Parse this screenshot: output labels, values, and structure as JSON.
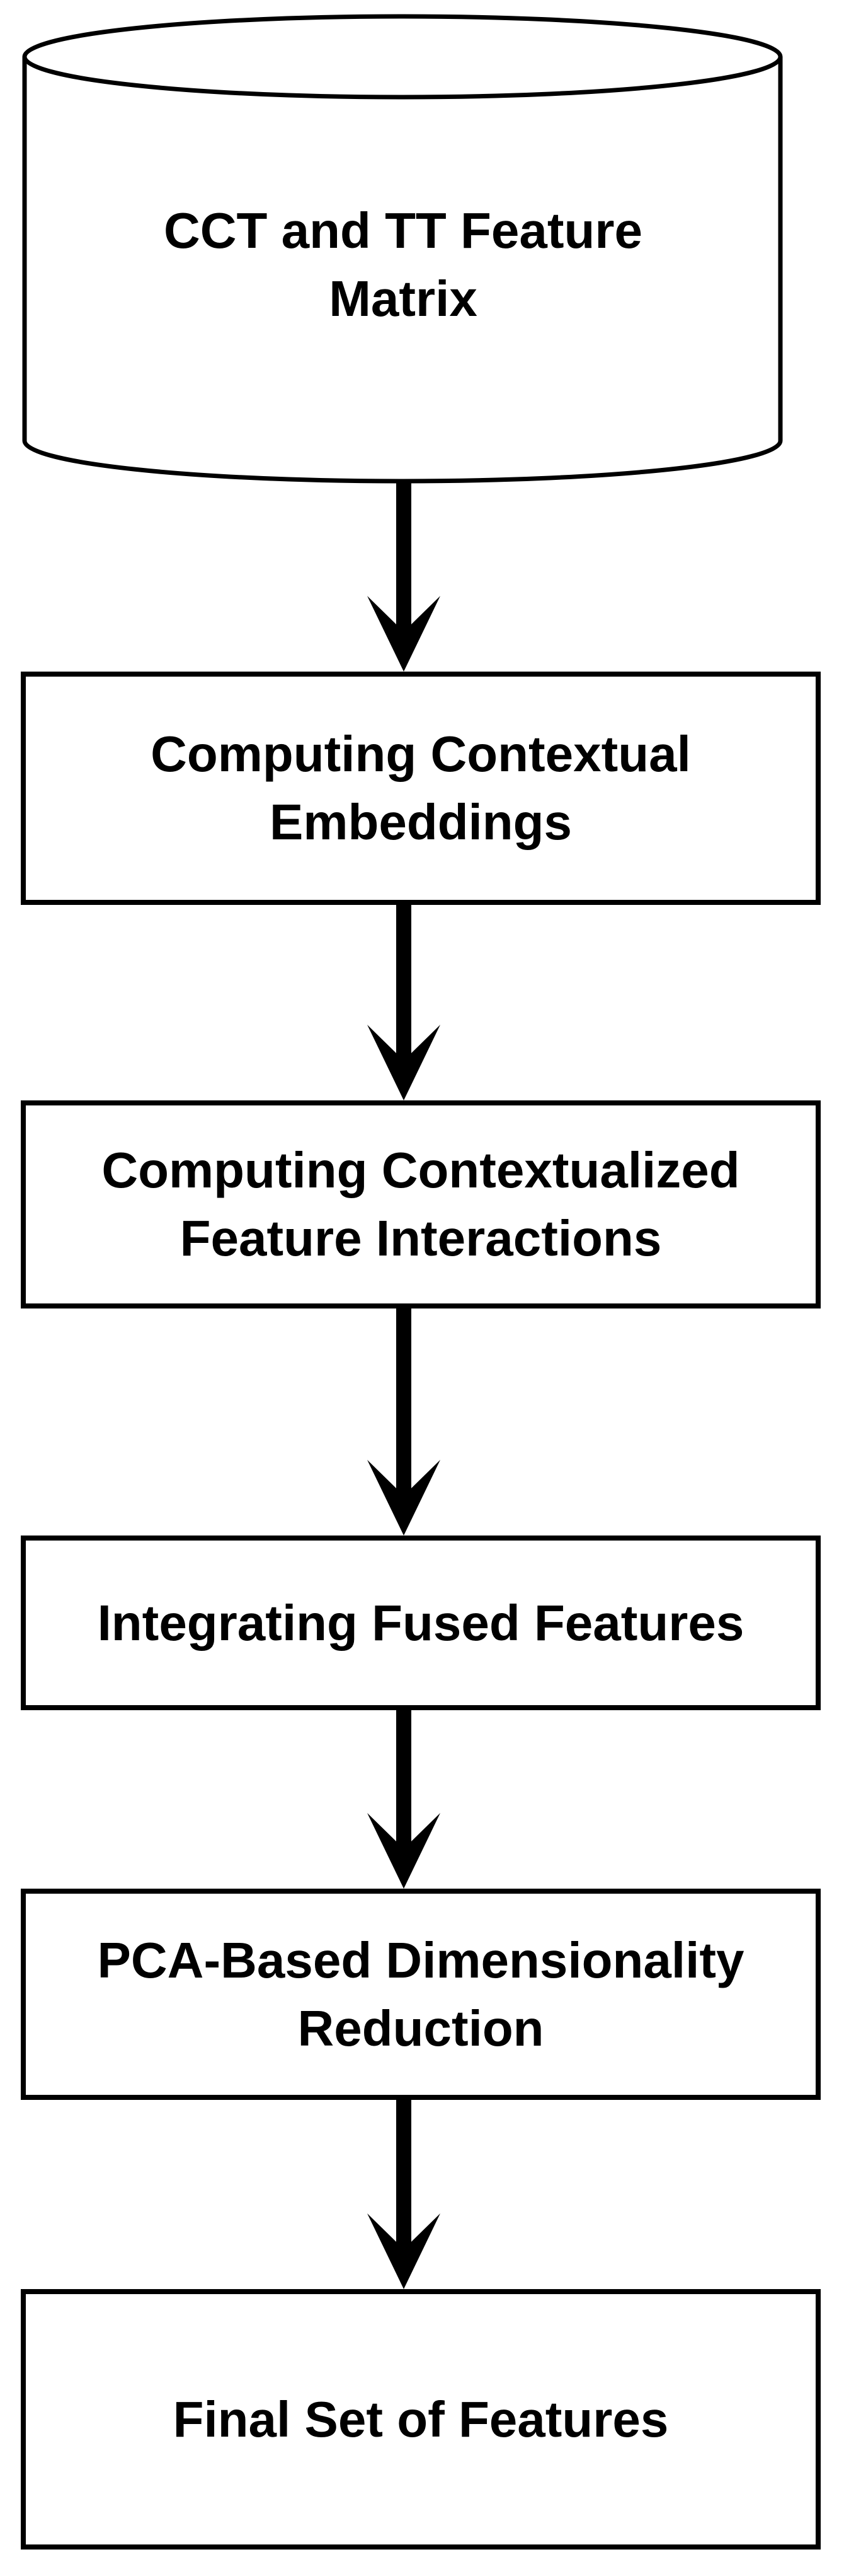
{
  "diagram": {
    "type": "flowchart",
    "orientation": "top-to-bottom",
    "colors": {
      "stroke": "#000000",
      "node_fill": "#ffffff",
      "text": "#000000",
      "background": "#ffffff"
    },
    "nodes": [
      {
        "id": 0,
        "shape": "cylinder",
        "label": "CCT and TT Feature Matrix"
      },
      {
        "id": 1,
        "shape": "rectangle",
        "label": "Computing Contextual Embeddings"
      },
      {
        "id": 2,
        "shape": "rectangle",
        "label": "Computing Contextualized Feature Interactions"
      },
      {
        "id": 3,
        "shape": "rectangle",
        "label": "Integrating Fused Features"
      },
      {
        "id": 4,
        "shape": "rectangle",
        "label": "PCA-Based Dimensionality Reduction"
      },
      {
        "id": 5,
        "shape": "rectangle",
        "label": "Final Set of Features"
      }
    ],
    "edges": [
      {
        "from": 0,
        "to": 1,
        "style": "thick-black-arrow"
      },
      {
        "from": 1,
        "to": 2,
        "style": "thick-black-arrow"
      },
      {
        "from": 2,
        "to": 3,
        "style": "thick-black-arrow"
      },
      {
        "from": 3,
        "to": 4,
        "style": "thick-black-arrow"
      },
      {
        "from": 4,
        "to": 5,
        "style": "thick-black-arrow"
      }
    ]
  }
}
